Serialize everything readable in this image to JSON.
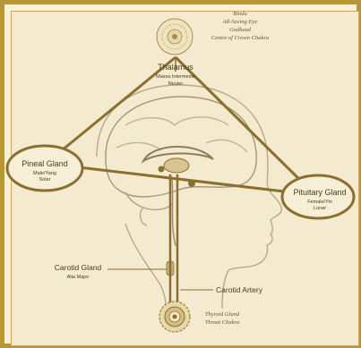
{
  "crown": {
    "lines": [
      "Bindu",
      "All-Seeing Eye",
      "Godhead",
      "Centre of Crown Chakra"
    ]
  },
  "thalamus": {
    "title": "Thalamus",
    "lines": [
      "Massa Intermedia",
      "Neuter"
    ]
  },
  "pineal": {
    "title": "Pineal Gland",
    "lines": [
      "Male/Yang",
      "Solar"
    ]
  },
  "pituitary": {
    "title": "Pituitary Gland",
    "lines": [
      "Female/Yin",
      "Lunar"
    ]
  },
  "carotid_gland": {
    "title": "Carotid Gland",
    "lines": [
      "Alta Major"
    ]
  },
  "carotid_artery": {
    "title": "Carotid Artery"
  },
  "thyroid": {
    "lines": [
      "Thyroid Gland",
      "Throat Chakra"
    ]
  },
  "colors": {
    "frame": "#b8943a",
    "line": "#8a6f2e",
    "background": "#f3ead0"
  }
}
